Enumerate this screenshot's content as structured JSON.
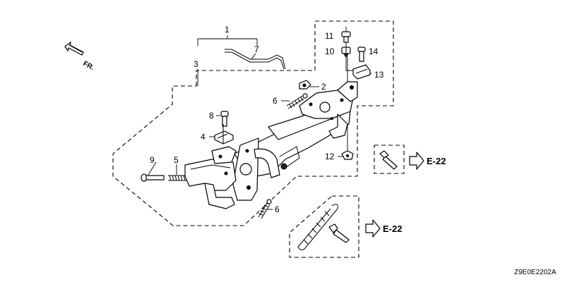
{
  "callouts": {
    "c1": "1",
    "c2": "2",
    "c3": "3",
    "c4": "4",
    "c5": "5",
    "c6a": "6",
    "c6b": "6",
    "c7": "7",
    "c8": "8",
    "c9": "9",
    "c10": "10",
    "c11": "11",
    "c12": "12",
    "c13": "13",
    "c14": "14"
  },
  "references": {
    "upper": "E-22",
    "lower": "E-22"
  },
  "front_label": "FR.",
  "diagram_code": "Z9E0E2202A"
}
